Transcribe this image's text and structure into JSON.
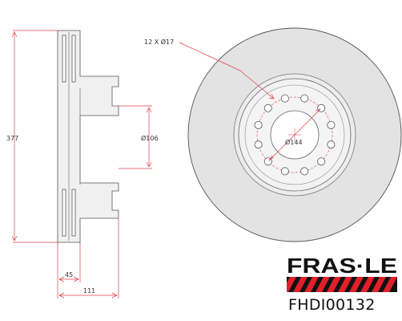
{
  "dimensions": {
    "height": "377",
    "inner_diameter": "Ø106",
    "width_45": "45",
    "width_111": "111",
    "bolt_holes": "12 X Ø17",
    "bolt_circle": "Ø144"
  },
  "brand": {
    "name": "FRAS·LE",
    "product_code": "FHDI00132"
  },
  "colors": {
    "disc_fill": "#e3e3e3",
    "disc_outline": "#555555",
    "dimension_red": "#e0404a",
    "hub_fill": "#f2f2f2",
    "brand_red": "#e0202a",
    "brand_black": "#111111"
  },
  "icons": {
    "logo_stripes": "diagonal-stripe-bar"
  }
}
